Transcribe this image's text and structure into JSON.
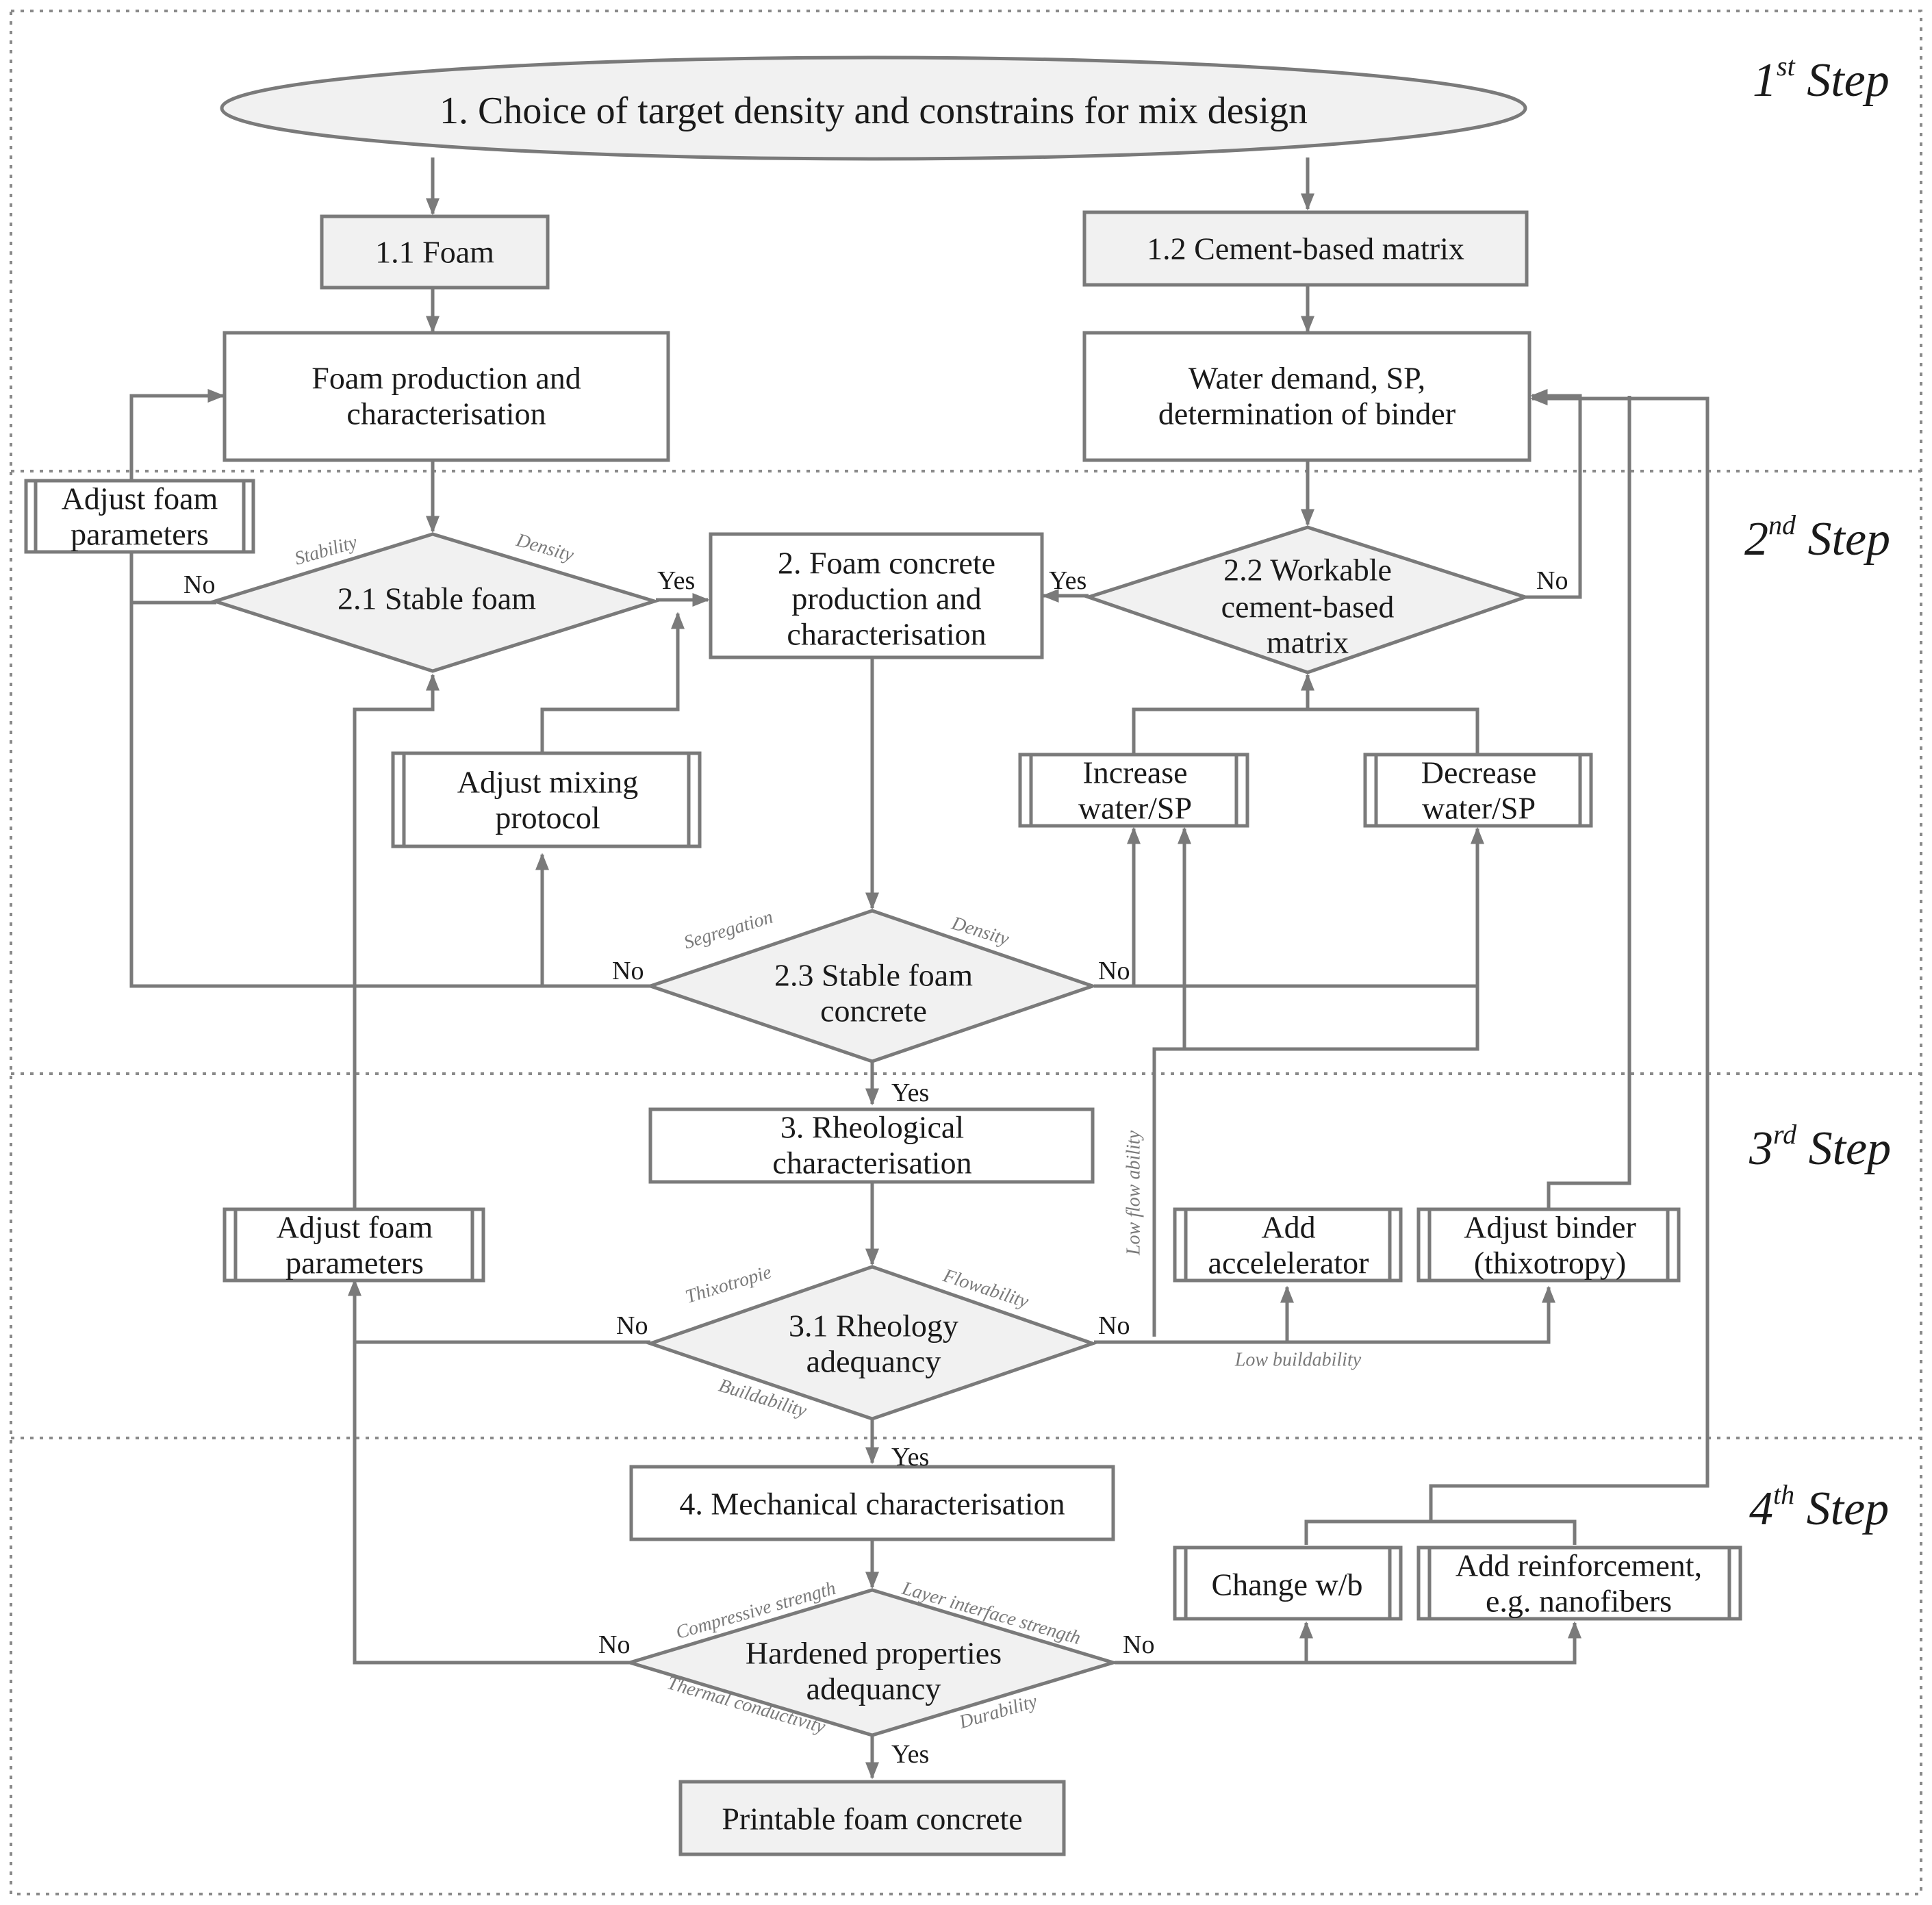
{
  "steps": {
    "s1": {
      "num": "1",
      "suffix": "st",
      "word": " Step"
    },
    "s2": {
      "num": "2",
      "suffix": "nd",
      "word": " Step"
    },
    "s3": {
      "num": "3",
      "suffix": "rd",
      "word": " Step"
    },
    "s4": {
      "num": "4",
      "suffix": "th",
      "word": " Step"
    }
  },
  "nodes": {
    "start": "1. Choice of target density and constrains for mix design",
    "foam": "1.1 Foam",
    "cement": "1.2 Cement-based matrix",
    "foam_prod": [
      "Foam production and",
      "characterisation"
    ],
    "water_demand": [
      "Water demand, SP,",
      "determination of binder"
    ],
    "adjust_foam_1": [
      "Adjust foam",
      "parameters"
    ],
    "stable_foam": "2.1 Stable foam",
    "fc_prod": [
      "2. Foam concrete",
      "production and",
      "characterisation"
    ],
    "workable": [
      "2.2 Workable",
      "cement-based",
      "matrix"
    ],
    "adjust_mixing": [
      "Adjust mixing",
      "protocol"
    ],
    "increase_water": [
      "Increase",
      "water/SP"
    ],
    "decrease_water": [
      "Decrease",
      "water/SP"
    ],
    "stable_fc": [
      "2.3 Stable foam",
      "concrete"
    ],
    "rheo_char": [
      "3. Rheological",
      "characterisation"
    ],
    "adjust_foam_2": [
      "Adjust foam",
      "parameters"
    ],
    "add_acc": [
      "Add",
      "accelelerator"
    ],
    "adjust_binder": [
      "Adjust binder",
      "(thixotropy)"
    ],
    "rheo_adeq": [
      "3.1 Rheology",
      "adequancy"
    ],
    "mech_char": "4. Mechanical characterisation",
    "change_wb": "Change w/b",
    "add_reinf": [
      "Add reinforcement,",
      "e.g. nanofibers"
    ],
    "hardened": [
      "Hardened properties",
      "adequancy"
    ],
    "printable": "Printable foam concrete"
  },
  "labels": {
    "yes": "Yes",
    "no": "No",
    "stability": "Stability",
    "density": "Density",
    "segregation": "Segregation",
    "thixotropie": "Thixotropie",
    "flowability": "Flowability",
    "buildability": "Buildability",
    "low_flowability": "Low flow ability",
    "low_buildability": "Low buildability",
    "compressive": "Compressive strength",
    "layer_interface": "Layer interface strength",
    "thermal": "Thermal conductivity",
    "durability": "Durability"
  },
  "colors": {
    "line": "#7a7a7a",
    "fill": "#f1f1f1",
    "text": "#1a1a1a"
  }
}
